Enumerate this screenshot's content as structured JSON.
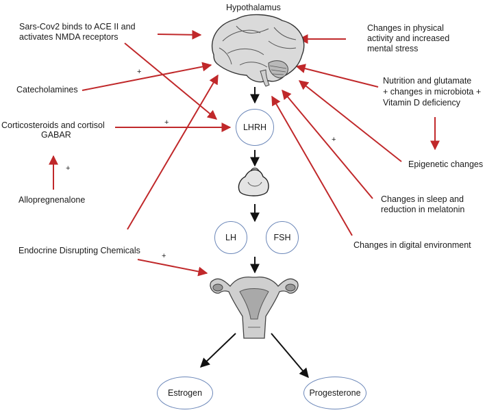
{
  "center": {
    "hypothalamus": "Hypothalamus",
    "lhrh": "LHRH",
    "lh": "LH",
    "fsh": "FSH",
    "estrogen": "Estrogen",
    "progesterone": "Progesterone"
  },
  "left_factors": {
    "sars_line1": "Sars-Cov2 binds to  ACE II and",
    "sars_line2": "activates NMDA receptors",
    "catecholamines": "Catecholamines",
    "cortico_line1": "Corticosteroids and cortisol",
    "cortico_line2": "GABAR",
    "allopregnenalone": "Allopregnenalone",
    "endocrine": "Endocrine Disrupting Chemicals"
  },
  "right_factors": {
    "physical_line1": "Changes in physical",
    "physical_line2": "activity and increased",
    "physical_line3": "mental stress",
    "nutrition_line1": "Nutrition and glutamate",
    "nutrition_line2": "+ changes in microbiota +",
    "nutrition_line3": "Vitamin D deficiency",
    "epigenetic": "Epigenetic changes",
    "sleep_line1": "Changes in sleep and",
    "sleep_line2": "reduction in melatonin",
    "digital": "Changes in digital environment"
  },
  "signs": {
    "plus_catecholamines": "+",
    "plus_cortico": "+",
    "plus_allo": "+",
    "plus_endocrine": "+",
    "plus_sleep": "+"
  },
  "colors": {
    "red_arrow": "#c0282a",
    "black_arrow": "#111111",
    "node_border": "#6a86b8"
  },
  "icons": [
    "brain-icon",
    "pituitary-icon",
    "uterus-icon"
  ]
}
